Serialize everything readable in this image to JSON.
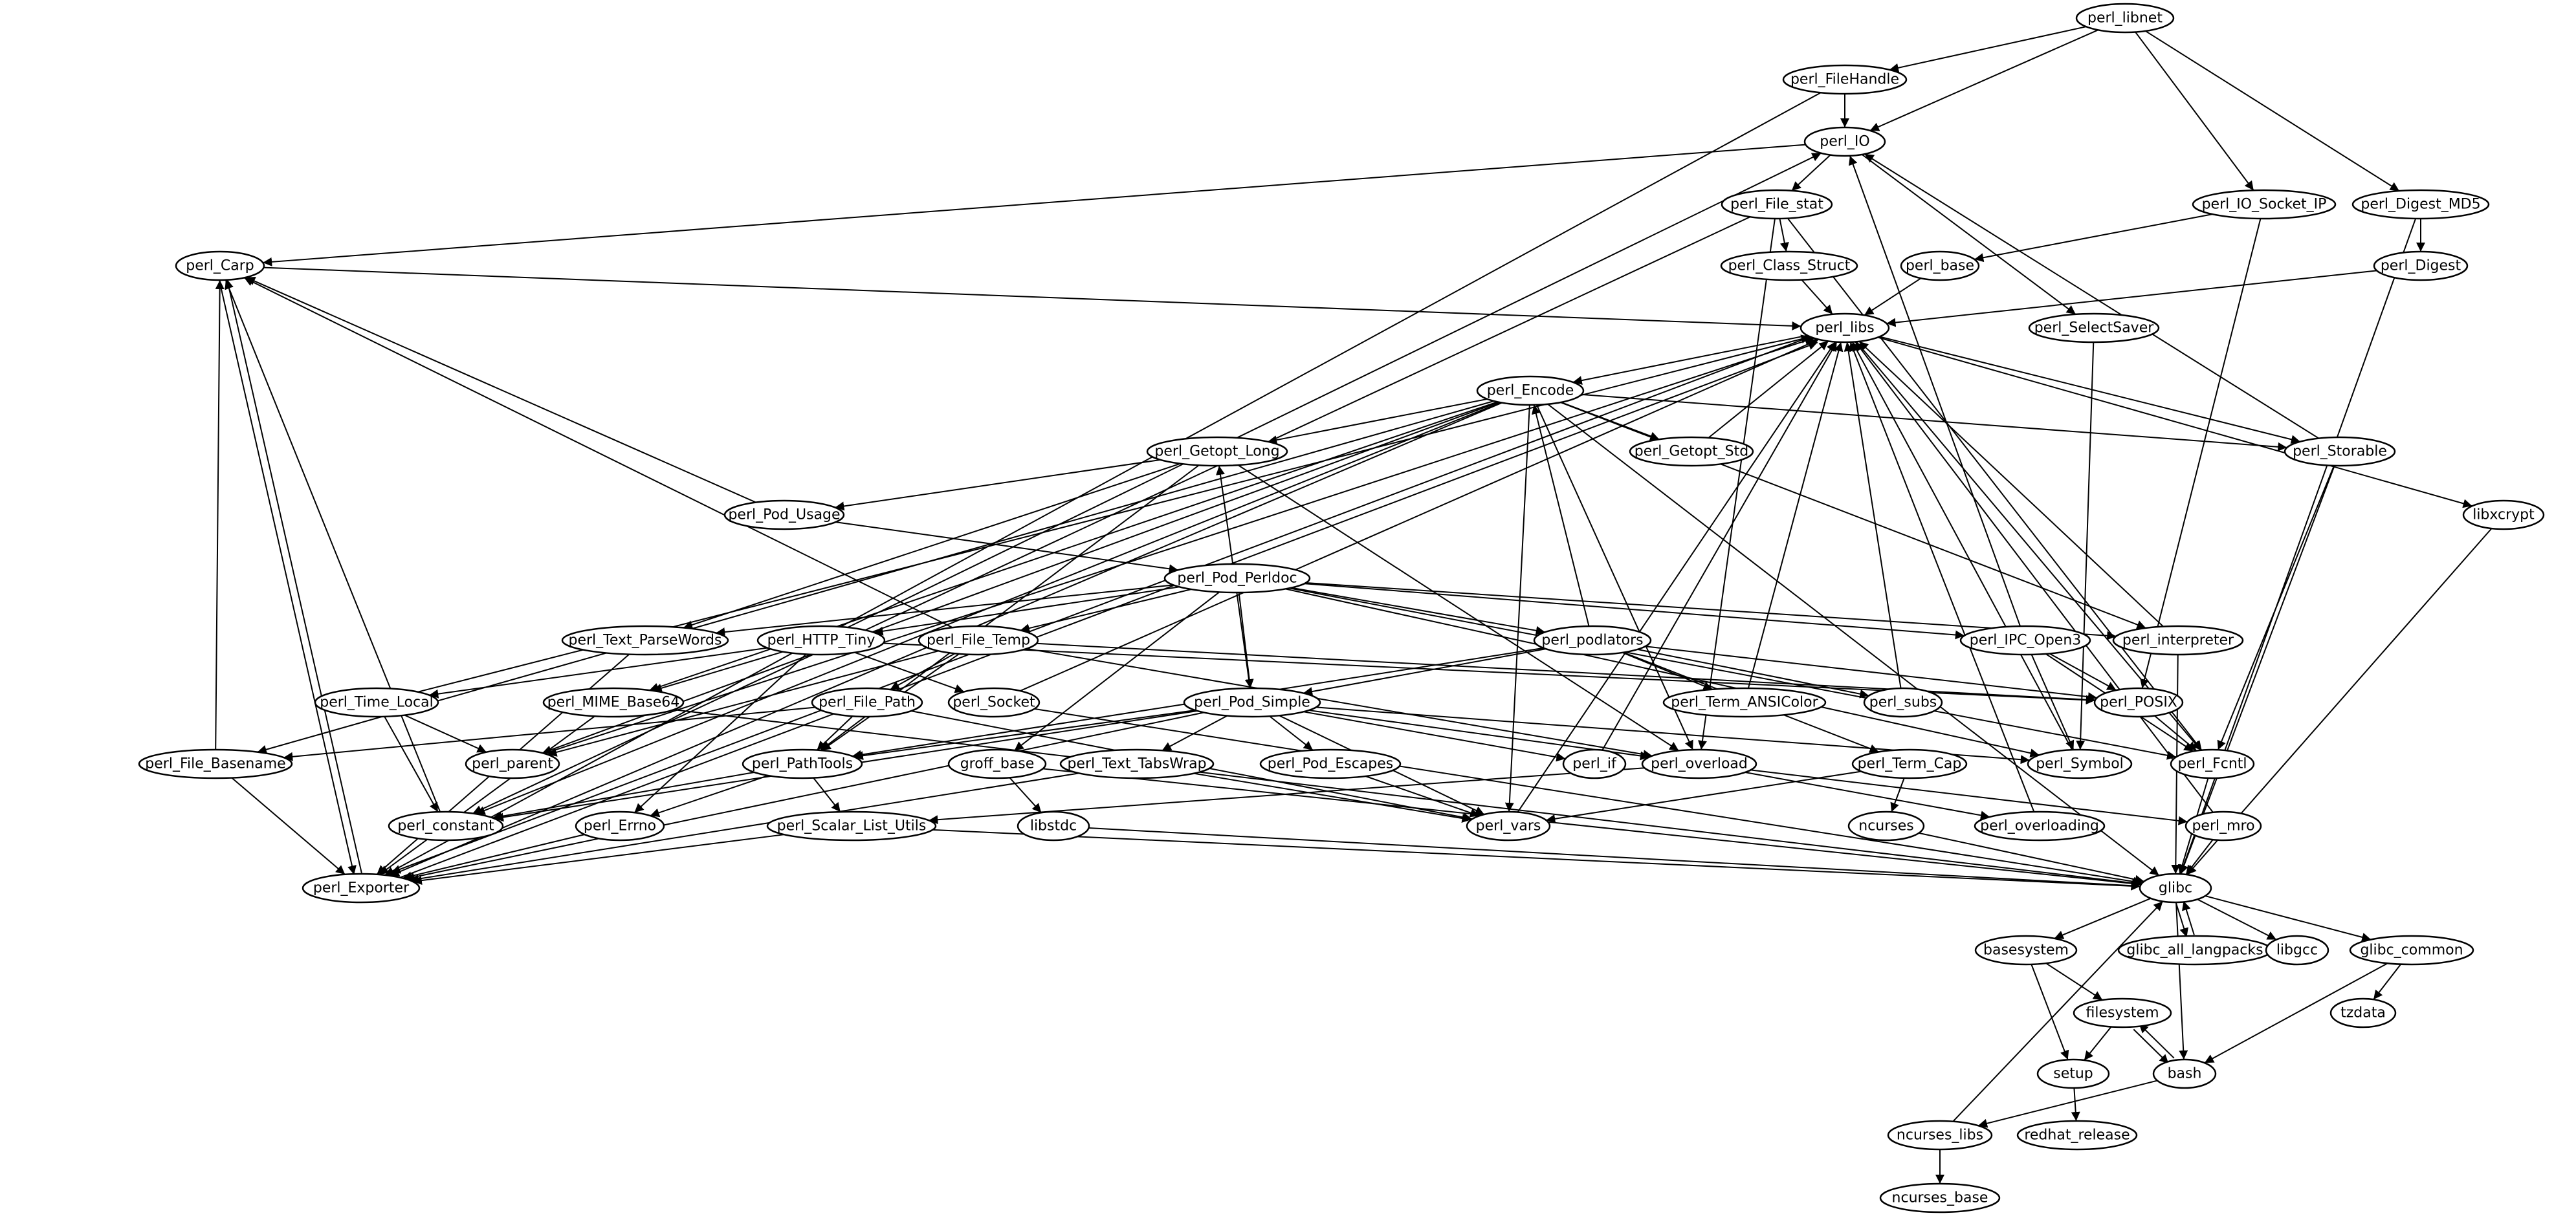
{
  "diagram": {
    "type": "dependency-graph",
    "nodes": [
      {
        "id": "perl_libnet",
        "label": "perl_libnet"
      },
      {
        "id": "perl_FileHandle",
        "label": "perl_FileHandle"
      },
      {
        "id": "perl_IO",
        "label": "perl_IO"
      },
      {
        "id": "perl_IO_Socket_IP",
        "label": "perl_IO_Socket_IP"
      },
      {
        "id": "perl_Digest_MD5",
        "label": "perl_Digest_MD5"
      },
      {
        "id": "perl_File_stat",
        "label": "perl_File_stat"
      },
      {
        "id": "perl_Carp",
        "label": "perl_Carp"
      },
      {
        "id": "perl_Class_Struct",
        "label": "perl_Class_Struct"
      },
      {
        "id": "perl_base",
        "label": "perl_base"
      },
      {
        "id": "perl_Digest",
        "label": "perl_Digest"
      },
      {
        "id": "perl_libs",
        "label": "perl_libs"
      },
      {
        "id": "perl_SelectSaver",
        "label": "perl_SelectSaver"
      },
      {
        "id": "perl_Encode",
        "label": "perl_Encode"
      },
      {
        "id": "perl_Getopt_Long",
        "label": "perl_Getopt_Long"
      },
      {
        "id": "perl_Getopt_Std",
        "label": "perl_Getopt_Std"
      },
      {
        "id": "perl_Storable",
        "label": "perl_Storable"
      },
      {
        "id": "perl_Pod_Usage",
        "label": "perl_Pod_Usage"
      },
      {
        "id": "libxcrypt",
        "label": "libxcrypt"
      },
      {
        "id": "perl_Pod_Perldoc",
        "label": "perl_Pod_Perldoc"
      },
      {
        "id": "perl_Text_ParseWords",
        "label": "perl_Text_ParseWords"
      },
      {
        "id": "perl_HTTP_Tiny",
        "label": "perl_HTTP_Tiny"
      },
      {
        "id": "perl_File_Temp",
        "label": "perl_File_Temp"
      },
      {
        "id": "perl_podlators",
        "label": "perl_podlators"
      },
      {
        "id": "perl_IPC_Open3",
        "label": "perl_IPC_Open3"
      },
      {
        "id": "perl_interpreter",
        "label": "perl_interpreter"
      },
      {
        "id": "perl_Time_Local",
        "label": "perl_Time_Local"
      },
      {
        "id": "perl_MIME_Base64",
        "label": "perl_MIME_Base64"
      },
      {
        "id": "perl_File_Path",
        "label": "perl_File_Path"
      },
      {
        "id": "perl_Socket",
        "label": "perl_Socket"
      },
      {
        "id": "perl_Term_ANSIColor",
        "label": "perl_Term_ANSIColor"
      },
      {
        "id": "perl_subs",
        "label": "perl_subs"
      },
      {
        "id": "perl_POSIX",
        "label": "perl_POSIX"
      },
      {
        "id": "perl_Pod_Simple",
        "label": "perl_Pod_Simple"
      },
      {
        "id": "perl_File_Basename",
        "label": "perl_File_Basename"
      },
      {
        "id": "perl_parent",
        "label": "perl_parent"
      },
      {
        "id": "perl_PathTools",
        "label": "perl_PathTools"
      },
      {
        "id": "groff_base",
        "label": "groff_base"
      },
      {
        "id": "perl_Text_TabsWrap",
        "label": "perl_Text_TabsWrap"
      },
      {
        "id": "perl_Pod_Escapes",
        "label": "perl_Pod_Escapes"
      },
      {
        "id": "perl_if",
        "label": "perl_if"
      },
      {
        "id": "perl_overload",
        "label": "perl_overload"
      },
      {
        "id": "perl_Term_Cap",
        "label": "perl_Term_Cap"
      },
      {
        "id": "perl_Symbol",
        "label": "perl_Symbol"
      },
      {
        "id": "perl_Fcntl",
        "label": "perl_Fcntl"
      },
      {
        "id": "perl_constant",
        "label": "perl_constant"
      },
      {
        "id": "perl_Errno",
        "label": "perl_Errno"
      },
      {
        "id": "perl_Scalar_List_Utils",
        "label": "perl_Scalar_List_Utils"
      },
      {
        "id": "libstdc",
        "label": "libstdc"
      },
      {
        "id": "perl_vars",
        "label": "perl_vars"
      },
      {
        "id": "ncurses",
        "label": "ncurses"
      },
      {
        "id": "perl_overloading",
        "label": "perl_overloading"
      },
      {
        "id": "perl_mro",
        "label": "perl_mro"
      },
      {
        "id": "perl_Exporter",
        "label": "perl_Exporter"
      },
      {
        "id": "glibc",
        "label": "glibc"
      },
      {
        "id": "basesystem",
        "label": "basesystem"
      },
      {
        "id": "glibc_all_langpacks",
        "label": "glibc_all_langpacks"
      },
      {
        "id": "libgcc",
        "label": "libgcc"
      },
      {
        "id": "glibc_common",
        "label": "glibc_common"
      },
      {
        "id": "filesystem",
        "label": "filesystem"
      },
      {
        "id": "tzdata",
        "label": "tzdata"
      },
      {
        "id": "setup",
        "label": "setup"
      },
      {
        "id": "bash",
        "label": "bash"
      },
      {
        "id": "ncurses_libs",
        "label": "ncurses_libs"
      },
      {
        "id": "redhat_release",
        "label": "redhat_release"
      },
      {
        "id": "ncurses_base",
        "label": "ncurses_base"
      }
    ],
    "edges": [
      [
        "perl_libnet",
        "perl_FileHandle"
      ],
      [
        "perl_libnet",
        "perl_IO"
      ],
      [
        "perl_libnet",
        "perl_IO_Socket_IP"
      ],
      [
        "perl_libnet",
        "perl_Digest_MD5"
      ],
      [
        "perl_FileHandle",
        "perl_IO"
      ],
      [
        "perl_FileHandle",
        "perl_Exporter"
      ],
      [
        "perl_IO",
        "perl_File_stat"
      ],
      [
        "perl_IO",
        "perl_Carp"
      ],
      [
        "perl_IO",
        "perl_SelectSaver"
      ],
      [
        "perl_File_stat",
        "perl_Class_Struct"
      ],
      [
        "perl_File_stat",
        "perl_constant"
      ],
      [
        "perl_File_stat",
        "perl_overload"
      ],
      [
        "perl_File_stat",
        "perl_Fcntl"
      ],
      [
        "perl_IO_Socket_IP",
        "perl_base"
      ],
      [
        "perl_IO_Socket_IP",
        "perl_POSIX"
      ],
      [
        "perl_Digest_MD5",
        "perl_Digest"
      ],
      [
        "perl_Digest_MD5",
        "glibc"
      ],
      [
        "perl_Class_Struct",
        "perl_libs"
      ],
      [
        "perl_base",
        "perl_libs"
      ],
      [
        "perl_Digest",
        "perl_libs"
      ],
      [
        "perl_Carp",
        "perl_libs"
      ],
      [
        "perl_Carp",
        "perl_Exporter"
      ],
      [
        "perl_SelectSaver",
        "perl_Symbol"
      ],
      [
        "perl_libs",
        "perl_Encode"
      ],
      [
        "perl_libs",
        "perl_Storable"
      ],
      [
        "perl_libs",
        "libxcrypt"
      ],
      [
        "perl_libs",
        "perl_Exporter"
      ],
      [
        "perl_libs",
        "perl_Fcntl"
      ],
      [
        "perl_Encode",
        "perl_Getopt_Long"
      ],
      [
        "perl_Encode",
        "perl_Getopt_Std"
      ],
      [
        "perl_Encode",
        "perl_Storable"
      ],
      [
        "perl_Encode",
        "perl_MIME_Base64"
      ],
      [
        "perl_Encode",
        "perl_parent"
      ],
      [
        "perl_Encode",
        "perl_File_Basename"
      ],
      [
        "perl_Encode",
        "perl_constant"
      ],
      [
        "perl_Encode",
        "perl_overload"
      ],
      [
        "perl_Encode",
        "perl_interpreter"
      ],
      [
        "perl_Encode",
        "perl_vars"
      ],
      [
        "perl_Encode",
        "glibc"
      ],
      [
        "perl_Encode",
        "perl_Exporter"
      ],
      [
        "perl_Getopt_Std",
        "perl_libs"
      ],
      [
        "perl_Getopt_Long",
        "perl_Pod_Usage"
      ],
      [
        "perl_Getopt_Long",
        "perl_Text_ParseWords"
      ],
      [
        "perl_Getopt_Long",
        "perl_overload"
      ],
      [
        "perl_Getopt_Long",
        "perl_PathTools"
      ],
      [
        "perl_Storable",
        "perl_IO"
      ],
      [
        "perl_Storable",
        "perl_Fcntl"
      ],
      [
        "perl_Storable",
        "glibc"
      ],
      [
        "perl_Pod_Usage",
        "perl_Carp"
      ],
      [
        "perl_Pod_Usage",
        "perl_Pod_Perldoc"
      ],
      [
        "libxcrypt",
        "glibc"
      ],
      [
        "perl_Pod_Perldoc",
        "perl_Text_ParseWords"
      ],
      [
        "perl_Pod_Perldoc",
        "perl_HTTP_Tiny"
      ],
      [
        "perl_Pod_Perldoc",
        "perl_File_Temp"
      ],
      [
        "perl_Pod_Perldoc",
        "perl_podlators"
      ],
      [
        "perl_Pod_Perldoc",
        "perl_IPC_Open3"
      ],
      [
        "perl_Pod_Perldoc",
        "perl_interpreter"
      ],
      [
        "perl_Pod_Perldoc",
        "perl_Pod_Simple"
      ],
      [
        "perl_Pod_Perldoc",
        "groff_base"
      ],
      [
        "perl_Pod_Perldoc",
        "perl_Symbol"
      ],
      [
        "perl_Pod_Perldoc",
        "perl_Fcntl"
      ],
      [
        "perl_Text_ParseWords",
        "perl_Exporter"
      ],
      [
        "perl_HTTP_Tiny",
        "perl_IO"
      ],
      [
        "perl_HTTP_Tiny",
        "perl_Time_Local"
      ],
      [
        "perl_HTTP_Tiny",
        "perl_MIME_Base64"
      ],
      [
        "perl_HTTP_Tiny",
        "perl_Socket"
      ],
      [
        "perl_HTTP_Tiny",
        "perl_Errno"
      ],
      [
        "perl_HTTP_Tiny",
        "perl_POSIX"
      ],
      [
        "perl_File_Temp",
        "perl_Carp"
      ],
      [
        "perl_File_Temp",
        "perl_File_Path"
      ],
      [
        "perl_File_Temp",
        "perl_PathTools"
      ],
      [
        "perl_File_Temp",
        "perl_parent"
      ],
      [
        "perl_File_Temp",
        "perl_overload"
      ],
      [
        "perl_File_Temp",
        "perl_POSIX"
      ],
      [
        "perl_podlators",
        "perl_Encode"
      ],
      [
        "perl_podlators",
        "perl_Term_ANSIColor"
      ],
      [
        "perl_podlators",
        "perl_subs"
      ],
      [
        "perl_podlators",
        "perl_Pod_Simple"
      ],
      [
        "perl_podlators",
        "perl_Term_Cap"
      ],
      [
        "perl_podlators",
        "perl_PathTools"
      ],
      [
        "perl_podlators",
        "perl_POSIX"
      ],
      [
        "perl_IPC_Open3",
        "perl_IO"
      ],
      [
        "perl_IPC_Open3",
        "perl_POSIX"
      ],
      [
        "perl_IPC_Open3",
        "perl_Symbol"
      ],
      [
        "perl_IPC_Open3",
        "perl_Fcntl"
      ],
      [
        "perl_interpreter",
        "perl_libs"
      ],
      [
        "perl_interpreter",
        "glibc"
      ],
      [
        "perl_Time_Local",
        "perl_libs"
      ],
      [
        "perl_Time_Local",
        "perl_parent"
      ],
      [
        "perl_Time_Local",
        "perl_constant"
      ],
      [
        "perl_MIME_Base64",
        "perl_Exporter"
      ],
      [
        "perl_MIME_Base64",
        "glibc"
      ],
      [
        "perl_File_Path",
        "perl_File_Basename"
      ],
      [
        "perl_File_Path",
        "perl_PathTools"
      ],
      [
        "perl_File_Path",
        "perl_vars"
      ],
      [
        "perl_Socket",
        "perl_libs"
      ],
      [
        "perl_Socket",
        "glibc"
      ],
      [
        "perl_Term_ANSIColor",
        "perl_libs"
      ],
      [
        "perl_subs",
        "perl_libs"
      ],
      [
        "perl_POSIX",
        "perl_Fcntl"
      ],
      [
        "perl_Pod_Simple",
        "perl_Getopt_Long"
      ],
      [
        "perl_Pod_Simple",
        "perl_Pod_Escapes"
      ],
      [
        "perl_Pod_Simple",
        "perl_Text_TabsWrap"
      ],
      [
        "perl_Pod_Simple",
        "perl_if"
      ],
      [
        "perl_Pod_Simple",
        "perl_overload"
      ],
      [
        "perl_Pod_Simple",
        "perl_Symbol"
      ],
      [
        "perl_Pod_Simple",
        "perl_vars"
      ],
      [
        "perl_Pod_Simple",
        "perl_PathTools"
      ],
      [
        "perl_Pod_Simple",
        "perl_constant"
      ],
      [
        "perl_Pod_Simple",
        "perl_Exporter"
      ],
      [
        "perl_File_Basename",
        "perl_Carp"
      ],
      [
        "perl_File_Basename",
        "perl_Exporter"
      ],
      [
        "perl_parent",
        "perl_libs"
      ],
      [
        "perl_PathTools",
        "perl_constant"
      ],
      [
        "perl_PathTools",
        "perl_Scalar_List_Utils"
      ],
      [
        "perl_PathTools",
        "perl_Errno"
      ],
      [
        "groff_base",
        "libstdc"
      ],
      [
        "groff_base",
        "glibc"
      ],
      [
        "perl_Text_TabsWrap",
        "perl_vars"
      ],
      [
        "perl_Text_TabsWrap",
        "perl_Exporter"
      ],
      [
        "perl_Pod_Escapes",
        "perl_vars"
      ],
      [
        "perl_if",
        "perl_libs"
      ],
      [
        "perl_overload",
        "perl_overloading"
      ],
      [
        "perl_overload",
        "perl_mro"
      ],
      [
        "perl_overload",
        "perl_Scalar_List_Utils"
      ],
      [
        "perl_Term_Cap",
        "ncurses"
      ],
      [
        "perl_Term_Cap",
        "perl_vars"
      ],
      [
        "perl_Symbol",
        "perl_libs"
      ],
      [
        "perl_Fcntl",
        "glibc"
      ],
      [
        "perl_constant",
        "perl_Carp"
      ],
      [
        "perl_Errno",
        "perl_Exporter"
      ],
      [
        "perl_Scalar_List_Utils",
        "glibc"
      ],
      [
        "perl_Scalar_List_Utils",
        "perl_Exporter"
      ],
      [
        "libstdc",
        "glibc"
      ],
      [
        "perl_vars",
        "perl_libs"
      ],
      [
        "ncurses",
        "glibc"
      ],
      [
        "perl_overloading",
        "perl_libs"
      ],
      [
        "perl_mro",
        "glibc"
      ],
      [
        "perl_mro",
        "perl_libs"
      ],
      [
        "perl_Exporter",
        "perl_Carp"
      ],
      [
        "perl_Exporter",
        "perl_libs"
      ],
      [
        "glibc",
        "basesystem"
      ],
      [
        "glibc",
        "glibc_all_langpacks"
      ],
      [
        "glibc",
        "libgcc"
      ],
      [
        "glibc",
        "glibc_common"
      ],
      [
        "glibc",
        "bash"
      ],
      [
        "glibc_all_langpacks",
        "glibc"
      ],
      [
        "basesystem",
        "filesystem"
      ],
      [
        "basesystem",
        "setup"
      ],
      [
        "glibc_common",
        "tzdata"
      ],
      [
        "glibc_common",
        "bash"
      ],
      [
        "filesystem",
        "setup"
      ],
      [
        "filesystem",
        "bash"
      ],
      [
        "setup",
        "redhat_release"
      ],
      [
        "bash",
        "filesystem"
      ],
      [
        "bash",
        "ncurses_libs"
      ],
      [
        "ncurses_libs",
        "ncurses_base"
      ],
      [
        "ncurses_libs",
        "glibc"
      ]
    ]
  }
}
